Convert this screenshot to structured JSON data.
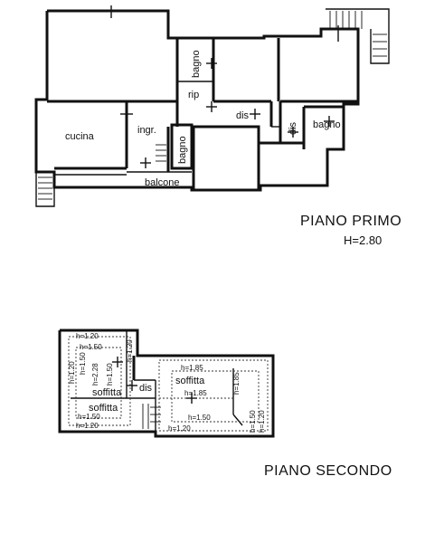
{
  "first_floor": {
    "title": "PIANO PRIMO",
    "height": "H=2.80",
    "rooms": {
      "bagno_small": "bagno",
      "rip": "rip",
      "dis_center": "dis",
      "dis_right": "dis",
      "bagno_right": "bagno",
      "cucina": "cucina",
      "ingr": "ingr.",
      "bagno_vertical": "bagno",
      "balcone": "balcone"
    }
  },
  "second_floor": {
    "title": "PIANO SECONDO",
    "rooms": {
      "soffitta_left": "soffitta",
      "soffitta_lower": "soffitta",
      "dis": "dis",
      "soffitta_right": "soffitta"
    },
    "heights": {
      "h_top_left": "h=1.20",
      "h_150_a": "h=1.50",
      "h_120_top_right": "h=1.20",
      "h_120_left_v": "h=1.20",
      "h_150_v1": "h=1.50",
      "h_228_v": "h=2.28",
      "h_150_v2": "h=1.50",
      "h_185_top": "h=1.85",
      "h_185_center": "h=1.85",
      "h_185_v": "h=1.85",
      "h_150_bottom_left": "h=1.50",
      "h_120_bottom_left": "h=1.20",
      "h_150_bottom_mid": "h=1.50",
      "h_120_bottom_mid": "h=1.20",
      "h_150_v_right": "h=1.50",
      "h_120_v_right": "h=1.20"
    }
  }
}
